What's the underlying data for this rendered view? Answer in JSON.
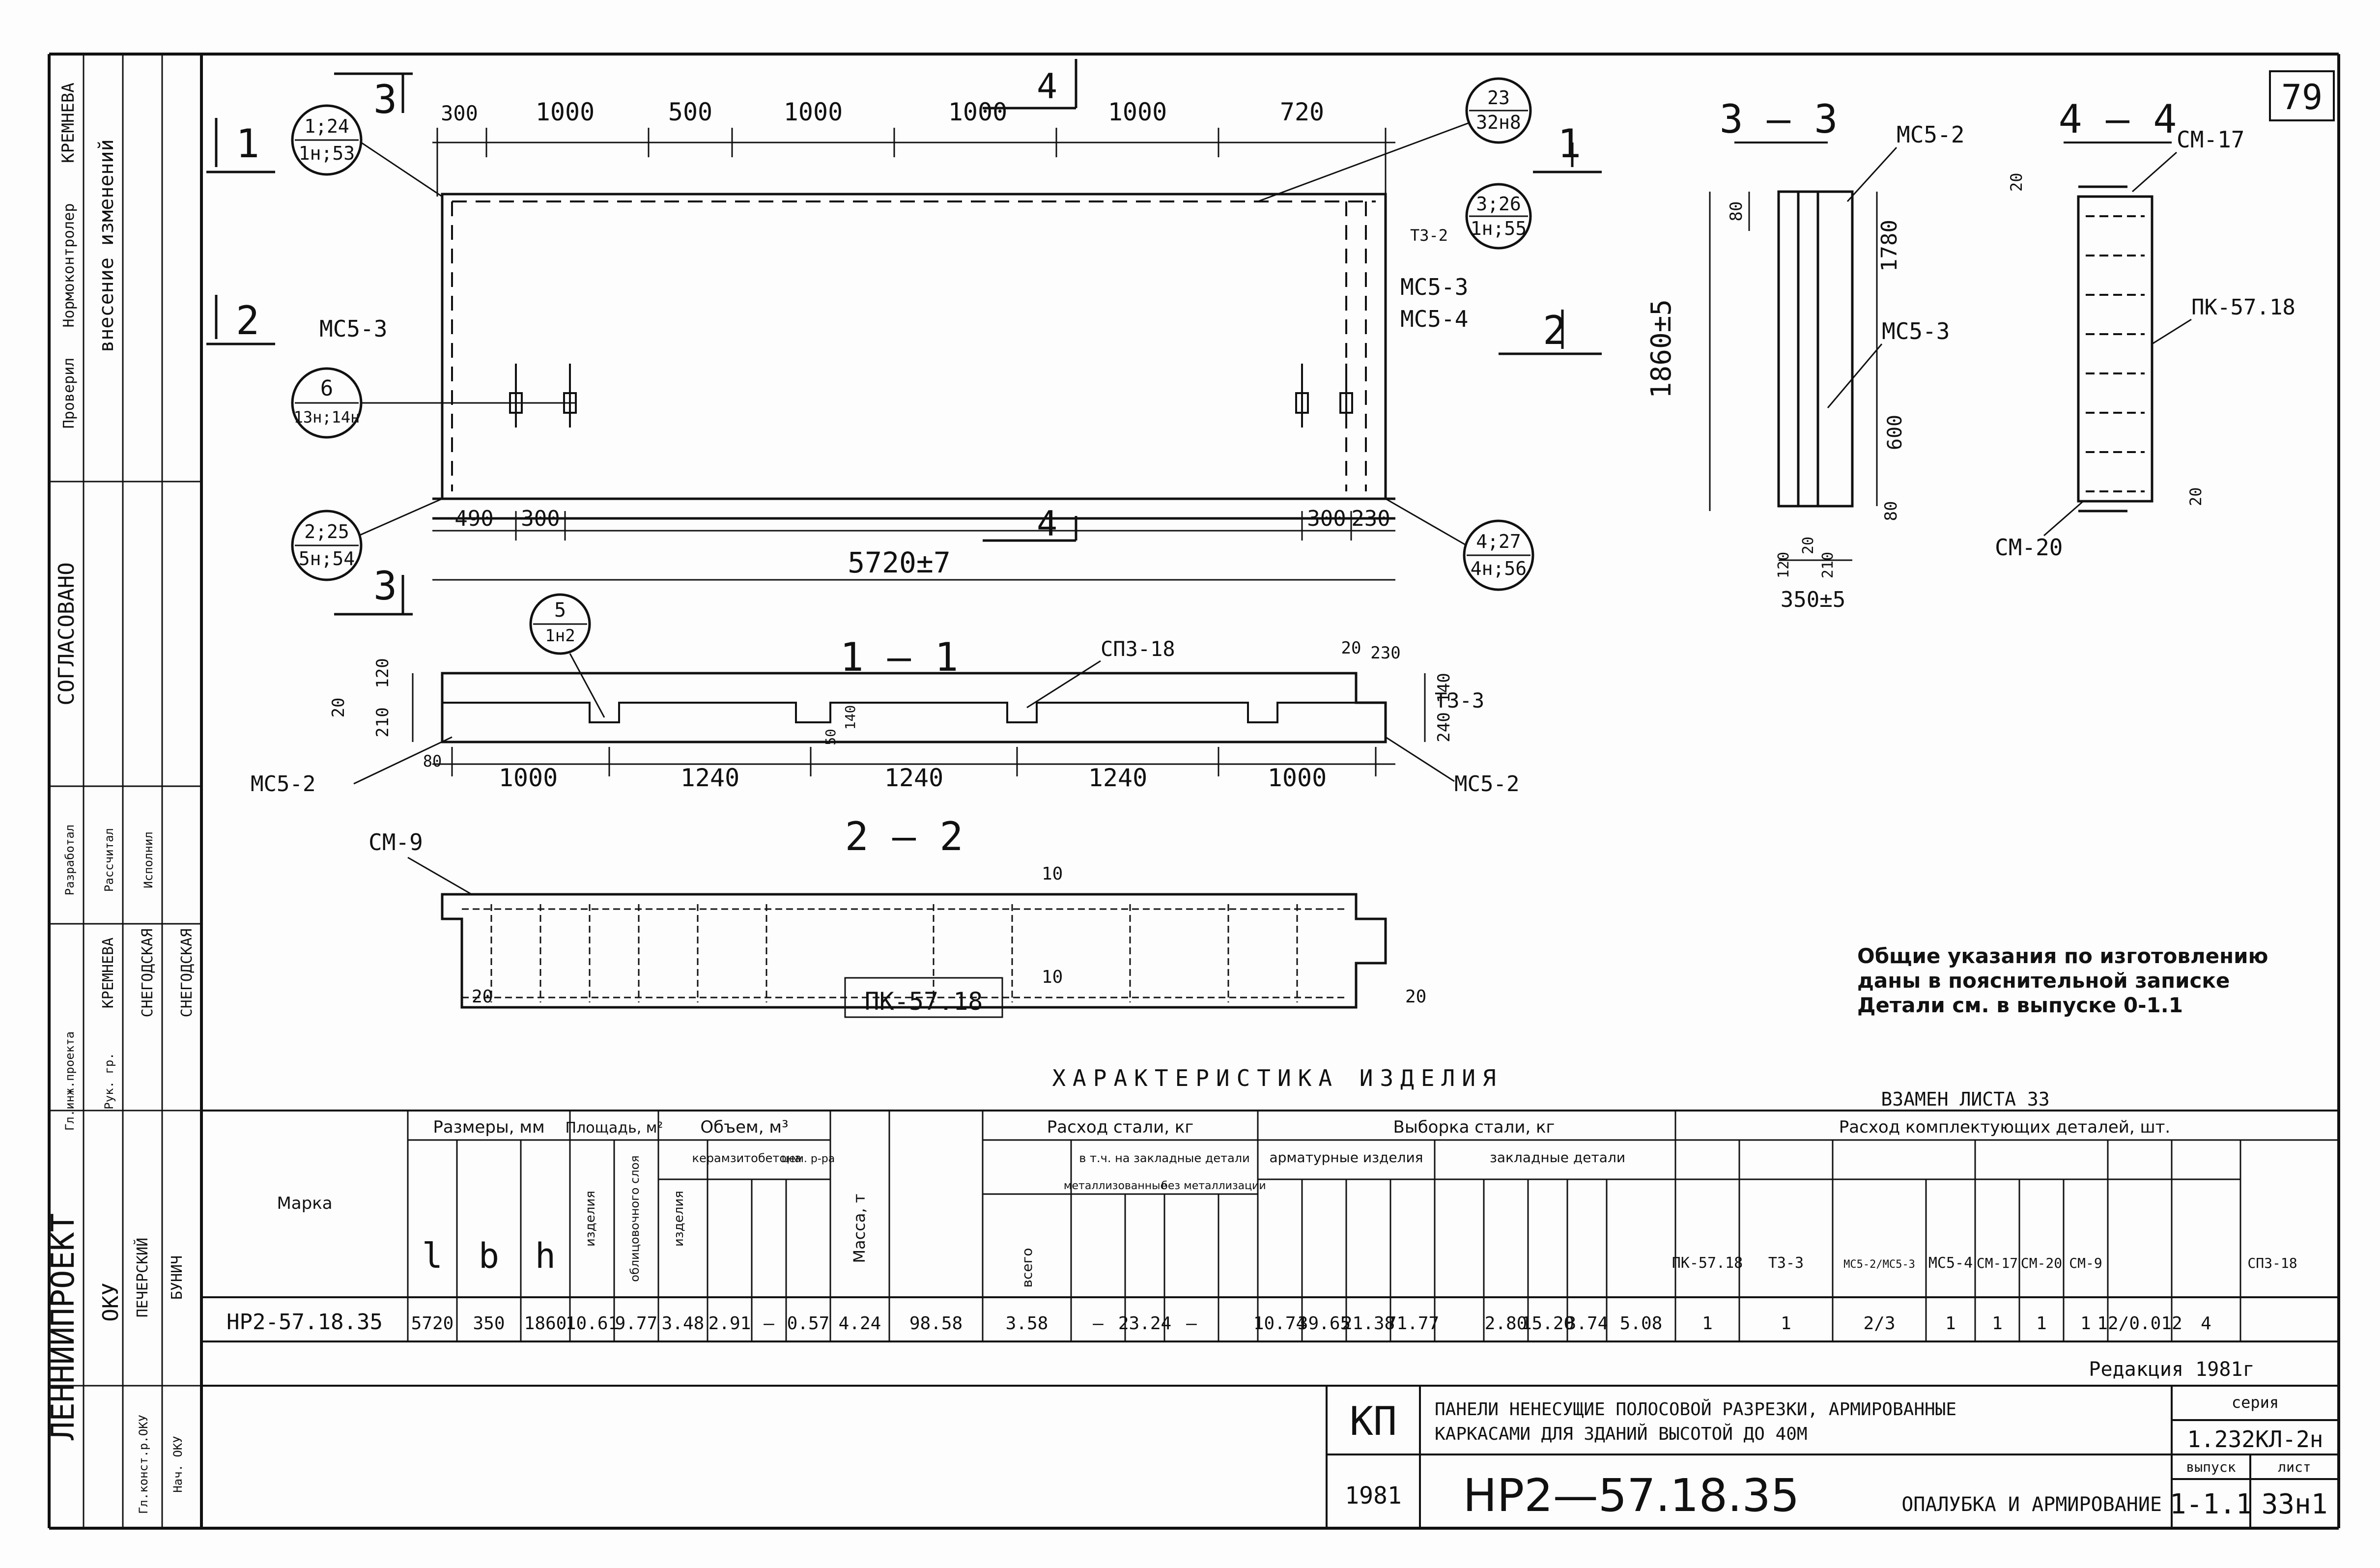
{
  "sheet_number": "79",
  "side_stamp": {
    "approvals": [
      "Гл.инж.проекта",
      "Рук. гр.",
      "Разработал",
      "Рассчитал",
      "Исполнил"
    ],
    "approval_names": [
      "КРЕМНЕВА",
      "СНЕГОДСКАЯ",
      "СНЕГОДСКАЯ"
    ],
    "agreed": "СОГЛАСОВАНО",
    "changes_title": "внесение изменений",
    "checked": "Проверил",
    "norm_control": "Нормоконтролер",
    "name_top": "КРЕМНЕВА",
    "org": "ЛЕННИИПРОЕКТ",
    "dept": "ОКУ",
    "signers": [
      "ПЕЧЕРСКИЙ",
      "БУНИЧ"
    ],
    "bottom_labels": [
      "Гл.конст.р.ОКУ",
      "Нач. ОКУ"
    ]
  },
  "plan_view": {
    "top_dims": [
      "300",
      "1000",
      "500",
      "1000",
      "1000",
      "1000",
      "720"
    ],
    "bottom_dims": [
      "490",
      "300",
      "300",
      "230"
    ],
    "overall": "5720±7",
    "section_marks": [
      "1",
      "2",
      "3",
      "4"
    ],
    "callouts": [
      {
        "top": "1;24",
        "bottom": "1н;53"
      },
      {
        "top": "23",
        "bottom": "32н8"
      },
      {
        "top": "3;26",
        "bottom": "1н;55"
      },
      {
        "top": "6",
        "bottom": "13н;14н"
      },
      {
        "top": "2;25",
        "bottom": "5н;54"
      },
      {
        "top": "4;27",
        "bottom": "4н;56"
      }
    ],
    "labels": [
      "МС5-3",
      "МС5-3",
      "МС5-4",
      "ТЗ-2"
    ]
  },
  "section_1_1": {
    "title": "1 — 1",
    "dims": [
      "1000",
      "1240",
      "1240",
      "1240",
      "1000"
    ],
    "left_dims": [
      "20",
      "120",
      "210",
      "80"
    ],
    "right_dims": [
      "20",
      "230",
      "140",
      "240"
    ],
    "inner_dims": [
      "50",
      "140"
    ],
    "labels": [
      "СПЗ-18",
      "ТЗ-3",
      "МС5-2",
      "МС5-2"
    ],
    "callout": {
      "top": "5",
      "bottom": "1н2"
    }
  },
  "section_2_2": {
    "title": "2 — 2",
    "labels": [
      "СМ-9",
      "ПК-57.18"
    ],
    "dims": [
      "10",
      "10",
      "20",
      "20"
    ]
  },
  "section_3_3": {
    "title": "3 — 3",
    "labels": [
      "МС5-2",
      "МС5-3"
    ],
    "dims": [
      "80",
      "1780",
      "1860±5",
      "600",
      "80",
      "120",
      "20",
      "210",
      "350±5"
    ]
  },
  "section_4_4": {
    "title": "4 — 4",
    "labels": [
      "СМ-17",
      "ПК-57.18",
      "СМ-20"
    ],
    "dims": [
      "20",
      "20"
    ]
  },
  "notes": [
    "Общие указания по изготовлению",
    "даны в пояснительной записке",
    "Детали см. в выпуске 0-1.1"
  ],
  "table": {
    "title": "ХАРАКТЕРИСТИКА ИЗДЕЛИЯ",
    "replaces": "ВЗАМЕН ЛИСТА 33",
    "col_mark": "Марка",
    "groups": {
      "size": "Размеры, мм",
      "area": "Площадь, м²",
      "volume": "Объем, м³",
      "mass": "Масса, т",
      "steel": "Расход стали, кг",
      "sample": "Выборка стали, кг",
      "parts": "Расход комплектующих деталей, шт."
    },
    "sub": {
      "l": "l",
      "b": "b",
      "h": "h",
      "area_item": "изделия",
      "area_cladding": "облицовочного слоя",
      "vol_item": "изделия",
      "ceramzite": "керамзитобетона",
      "cement": "цем. р-ра",
      "total": "всего",
      "incl": "в т.ч. на закладные детали",
      "metallized": "металлизованные",
      "nonmetal": "без металлизации",
      "reinf": "арматурные изделия",
      "embedded": "закладные детали"
    },
    "headers": [
      "HP2-57.18.35"
    ],
    "row": {
      "mark": "HP2-57.18.35",
      "values": [
        "5720",
        "350",
        "1860",
        "10.61",
        "9.77",
        "3.48",
        "2.91",
        "–",
        "0.57",
        "4.24",
        "98.58",
        "3.58",
        "–",
        "23.24",
        "–",
        "10.74",
        "39.65",
        "21.38",
        "71.77",
        "2.80",
        "15.20",
        "3.74",
        "5.08",
        "1",
        "1",
        "2/3",
        "1",
        "1",
        "1",
        "1",
        "12/0.012",
        "4"
      ]
    },
    "part_headers": [
      "ПК-57.18",
      "ТЗ-3",
      "МС5-2/МС5-3",
      "МС5-4",
      "СМ-17",
      "СМ-20",
      "СМ-9",
      "СПЗ-18"
    ],
    "edition": "Редакция 1981г"
  },
  "title_block": {
    "code": "КП",
    "year": "1981",
    "title_line1": "ПАНЕЛИ НЕНЕСУЩИЕ ПОЛОСОВОЙ РАЗРЕЗКИ, АРМИРОВАННЫЕ",
    "title_line2": "КАРКАСАМИ ДЛЯ ЗДАНИЙ ВЫСОТОЙ ДО 40М",
    "drawing_mark": "HP2—57.18.35",
    "drawing_name": "ОПАЛУБКА И АРМИРОВАНИЕ",
    "series_label": "серия",
    "series": "1.232КЛ-2н",
    "issue_label": "выпуск",
    "issue": "1-1.1",
    "sheet_label": "лист",
    "sheet": "33н1"
  }
}
